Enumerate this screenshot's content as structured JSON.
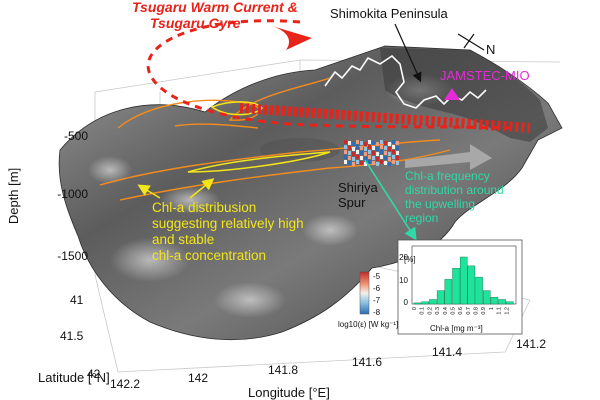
{
  "current_label_line1": "Tsugaru Warm Current &",
  "current_label_line2": "Tsugaru Gyre",
  "peninsula_label": "Shimokita Peninsula",
  "north_label": "N",
  "station_label": "JAMSTEC-MIO",
  "spur_line1": "Shiriya",
  "spur_line2": "Spur",
  "chl_dist_lines": [
    "Chl-a distribusion",
    "suggesting relatively high",
    "and stable",
    "chl-a concentration"
  ],
  "freq_lines": [
    "Chl-a frequency",
    "distribution around",
    "the upwelling",
    "region"
  ],
  "depth_axis": {
    "label": "Depth [m]",
    "ticks": [
      "-500",
      "-1000",
      "-1500"
    ]
  },
  "latitude_axis": {
    "label": "Latitude [°N]",
    "ticks": [
      "41",
      "41.5",
      "42"
    ]
  },
  "longitude_axis": {
    "label": "Longitude [°E]",
    "ticks": [
      "142.2",
      "142",
      "141.8",
      "141.6",
      "141.4",
      "141.2"
    ]
  },
  "colorbar": {
    "ticks": [
      "-5",
      "-6",
      "-7",
      "-8"
    ],
    "label": "log10(ε) [W kg⁻¹]",
    "colors": [
      "#c62a2a",
      "#f29a7a",
      "#f4f0ee",
      "#8ec4e0",
      "#2a6db3"
    ]
  },
  "chart_data": {
    "type": "bar",
    "categories": [
      "0",
      "0.1",
      "0.2",
      "0.3",
      "0.4",
      "0.5",
      "0.6",
      "0.7",
      "0.8",
      "0.9",
      "1",
      "1.1",
      "1.2"
    ],
    "values": [
      0.5,
      1,
      2,
      6,
      11,
      16,
      21,
      17,
      12,
      6,
      3,
      2,
      1
    ],
    "ylabel": "[%]",
    "xlabel": "Chl-a [mg m⁻³]",
    "yticks": [
      "0",
      "10",
      "20"
    ],
    "ylim": [
      0,
      25
    ],
    "bar_color": "#1ee39a"
  },
  "colors": {
    "current": "#e8231a",
    "contour": "#f28c1e",
    "annotation": "#f2e51b",
    "frequency": "#2fd9a6",
    "station": "#e62ad8"
  }
}
